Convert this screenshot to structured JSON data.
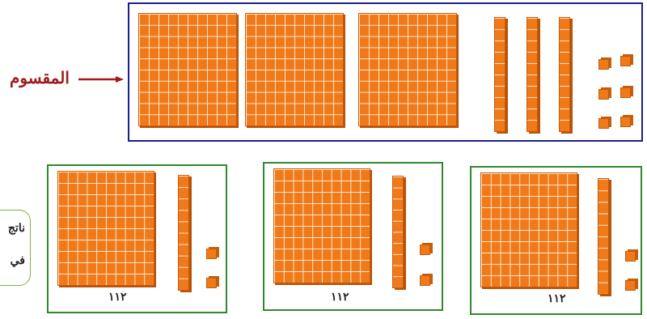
{
  "dividend": {
    "label": "المقسوم"
  },
  "results": [
    {
      "label": "١١٢"
    },
    {
      "label": "١١٢"
    },
    {
      "label": "١١٢"
    }
  ],
  "side_label": {
    "line1": "ناتج",
    "line2": "في"
  },
  "colors": {
    "block_orange": "#f07a1a",
    "dividend_border": "#1b1f8a",
    "result_border": "#2f8a2f",
    "label_red": "#9b1b1b"
  }
}
